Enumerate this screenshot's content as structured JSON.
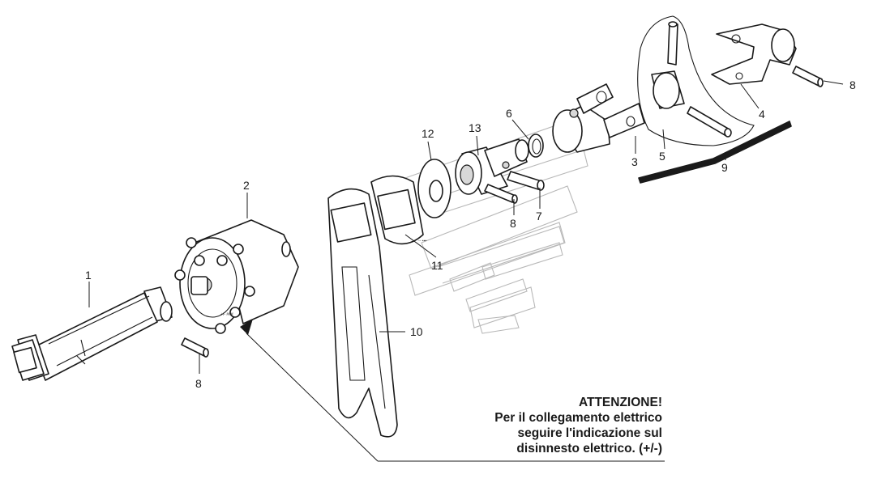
{
  "callouts": {
    "c1": "1",
    "c2": "2",
    "c3": "3",
    "c4": "4",
    "c5": "5",
    "c6": "6",
    "c7": "7",
    "c8a": "8",
    "c8b": "8",
    "c8c": "8",
    "c9": "9",
    "c10": "10",
    "c11": "11",
    "c12": "12",
    "c13": "13"
  },
  "marking": "+/- ###",
  "note": {
    "title": "ATTENZIONE!",
    "line1": "Per il collegamento elettrico",
    "line2": "seguire l'indicazione sul",
    "line3": "disinnesto elettrico. (+/-)"
  }
}
